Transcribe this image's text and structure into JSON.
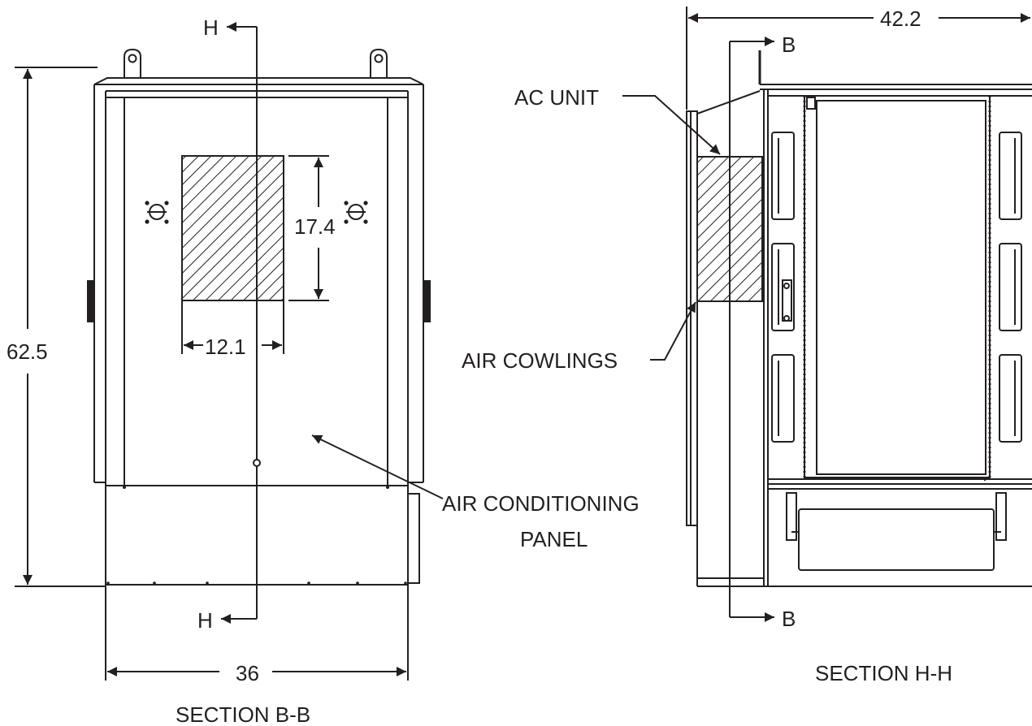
{
  "section_b": {
    "title": "SECTION B-B",
    "cut_label_top": "H",
    "cut_label_bottom": "H",
    "dim_height": "62.5",
    "dim_width": "36",
    "dim_ac_height": "17.4",
    "dim_ac_width": "12.1"
  },
  "section_h": {
    "title": "SECTION H-H",
    "cut_label_top": "B",
    "cut_label_bottom": "B",
    "dim_depth": "42.2"
  },
  "callouts": {
    "ac_unit": "AC UNIT",
    "air_cowlings": "AIR COWLINGS",
    "air_conditioning_line1": "AIR CONDITIONING",
    "air_conditioning_line2": "PANEL"
  },
  "colors": {
    "ink": "#231f20",
    "background": "#ffffff"
  }
}
